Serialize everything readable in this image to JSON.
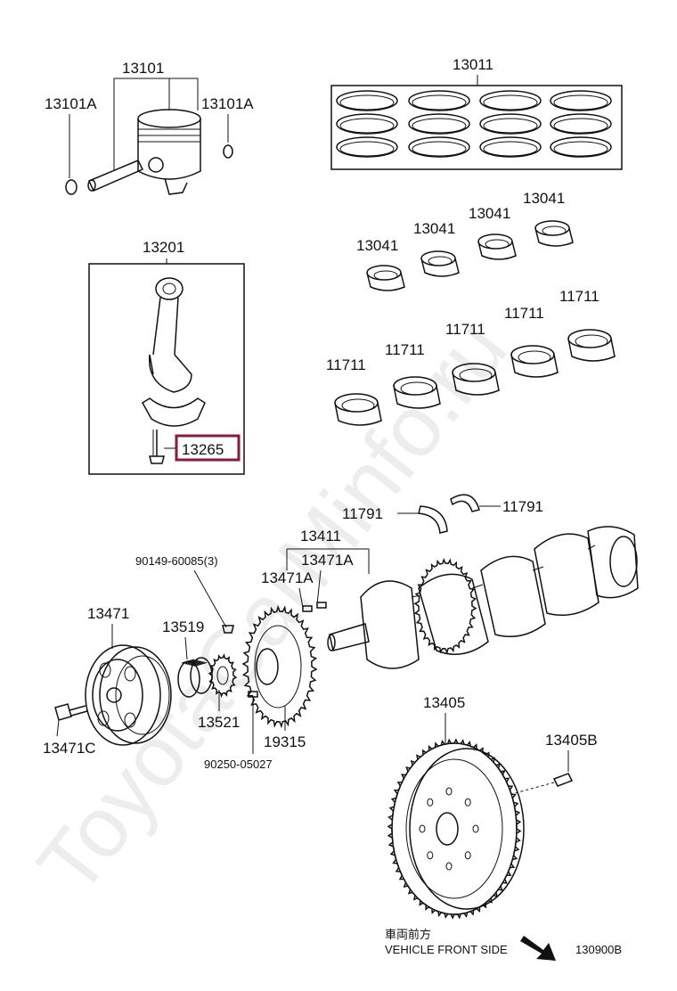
{
  "watermark": "ToyotaCarMinfo.ru",
  "labels": {
    "piston": "13101",
    "piston_pin_clip_left": "13101A",
    "piston_pin_clip_right": "13101A",
    "ring_set": "13011",
    "conn_rod": "13201",
    "conn_rod_bolt": "13265",
    "rod_bearing_1": "13041",
    "rod_bearing_2": "13041",
    "rod_bearing_3": "13041",
    "rod_bearing_4": "13041",
    "main_bearing_1": "11711",
    "main_bearing_2": "11711",
    "main_bearing_3": "11711",
    "main_bearing_4": "11711",
    "main_bearing_5": "11711",
    "thrust_washer_left": "11791",
    "thrust_washer_right": "11791",
    "crankshaft": "13411",
    "key_a": "13471A",
    "key_b": "13471A",
    "pin_90149": "90149-60085(3)",
    "pulley": "13471",
    "pulley_bolt": "13471C",
    "gear_13519": "13519",
    "gear_13521": "13521",
    "pin_90250": "90250-05027",
    "sprocket": "19315",
    "flywheel": "13405",
    "flywheel_bolt": "13405B"
  },
  "footer": {
    "front_jp": "車両前方",
    "front_en": "VEHICLE FRONT SIDE",
    "ref_code": "130900B"
  },
  "colors": {
    "highlight": "#8b1a3a",
    "line": "#111111"
  }
}
